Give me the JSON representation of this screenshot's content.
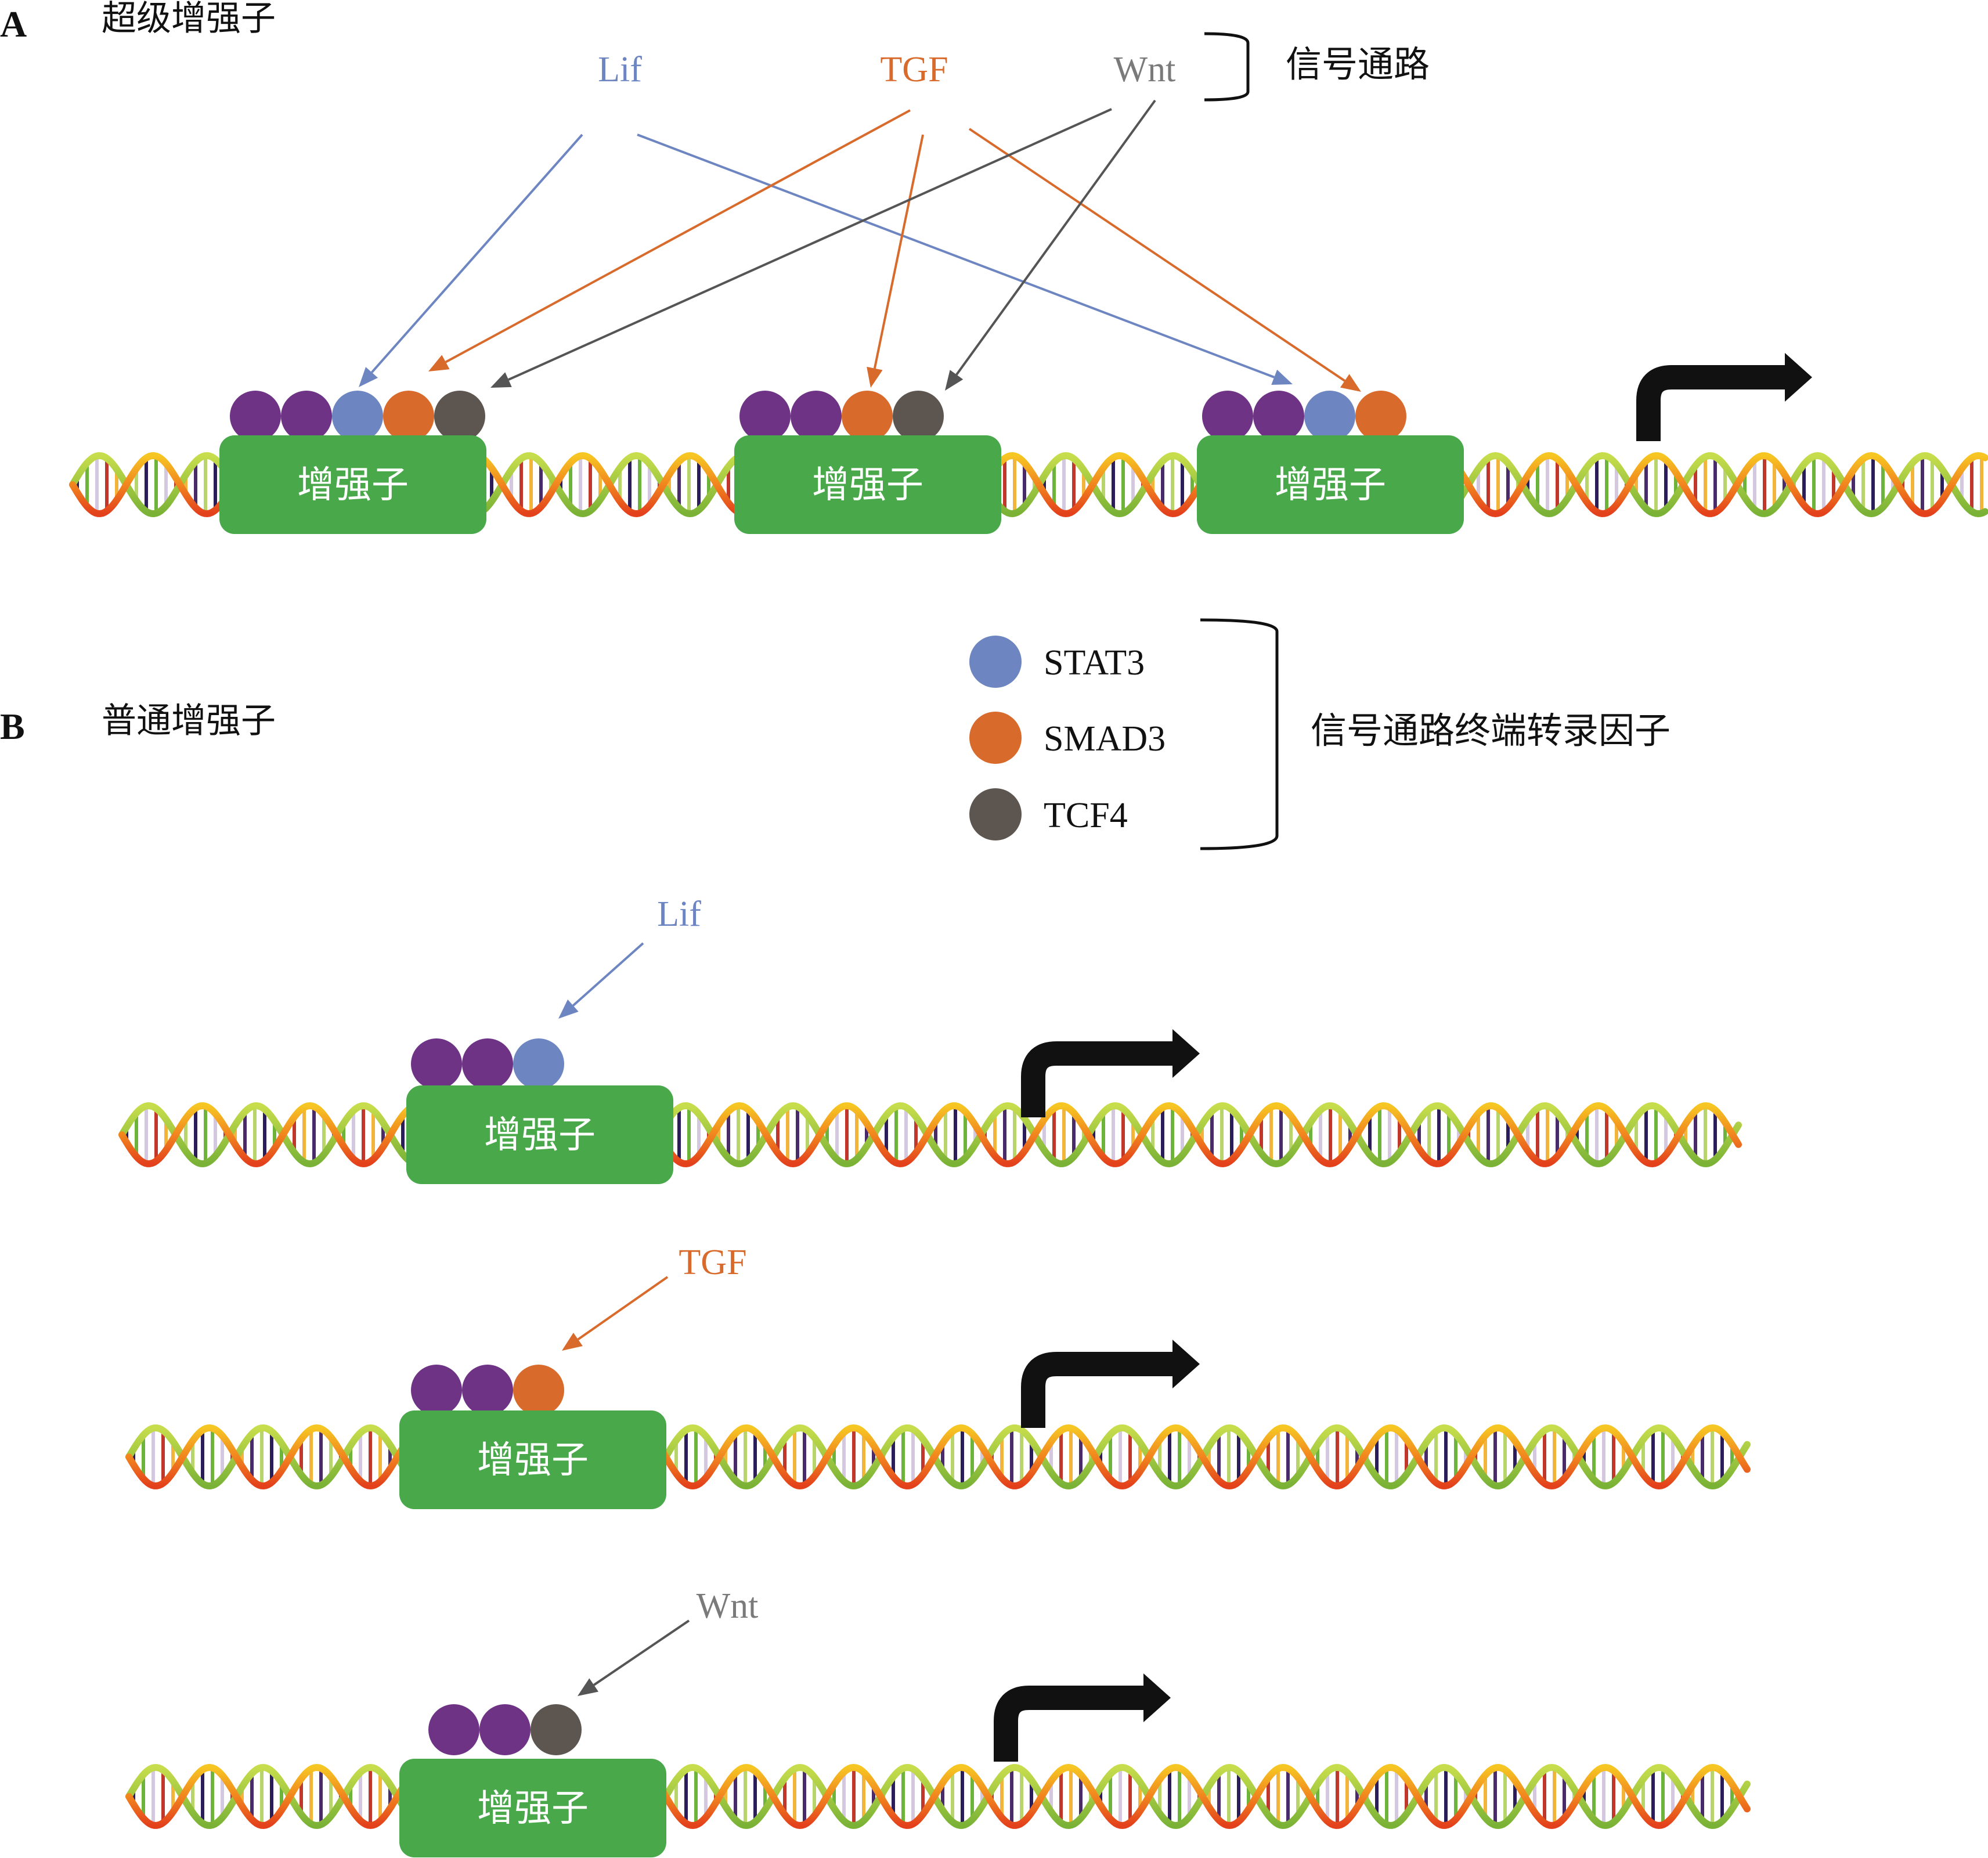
{
  "panels": {
    "a": {
      "letter": "A",
      "title": "超级增强子"
    },
    "b": {
      "letter": "B",
      "title": "普通增强子"
    }
  },
  "signals": {
    "lif": {
      "label": "Lif",
      "color": "#6d86c1"
    },
    "tgf": {
      "label": "TGF",
      "color": "#d86b2c"
    },
    "wnt": {
      "label": "Wnt",
      "color": "#7a7a7a",
      "arrow_color": "#555555"
    }
  },
  "pathway_bracket_label": "信号通路",
  "legend": {
    "items": [
      {
        "label": "STAT3",
        "color": "#6d86c1"
      },
      {
        "label": "SMAD3",
        "color": "#d86b2c"
      },
      {
        "label": "TCF4",
        "color": "#5d5550"
      }
    ],
    "bracket_label": "信号通路终端转录因子"
  },
  "enhancer_label": "增强子",
  "colors": {
    "enhancer": "#48a84a",
    "coactivator": "#6e3385",
    "promoter_arrow": "#111111",
    "dna_strand_a": "#f1851e",
    "dna_strand_b": "#9cc93c"
  }
}
